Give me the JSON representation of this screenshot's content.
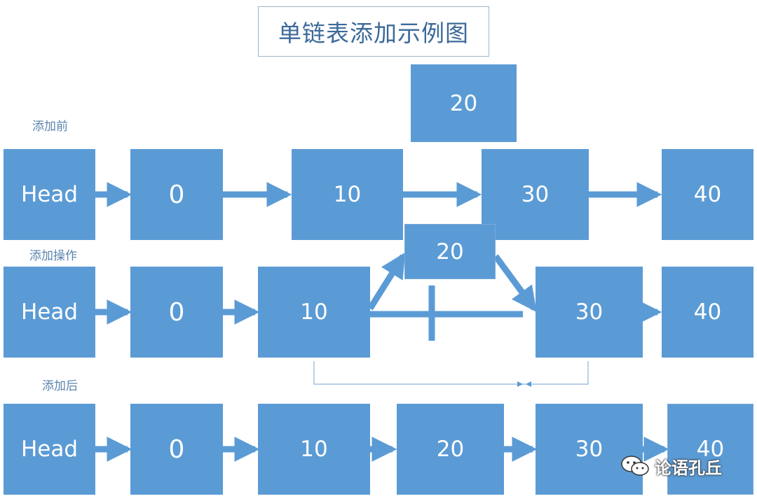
{
  "title": "单链表添加示例图",
  "sections": {
    "before": "添加前",
    "operation": "添加操作",
    "after": "添加后"
  },
  "row_before": [
    "Head",
    "0",
    "10",
    "30",
    "40"
  ],
  "inserted_node_before": "20",
  "row_operation": [
    "Head",
    "0",
    "10",
    "30",
    "40"
  ],
  "inserted_node_operation": "20",
  "row_after": [
    "Head",
    "0",
    "10",
    "20",
    "30",
    "40"
  ],
  "watermark": "论语孔丘",
  "colors": {
    "node": "#5b9bd5",
    "label": "#5b84ad",
    "title": "#3d6a9a"
  }
}
